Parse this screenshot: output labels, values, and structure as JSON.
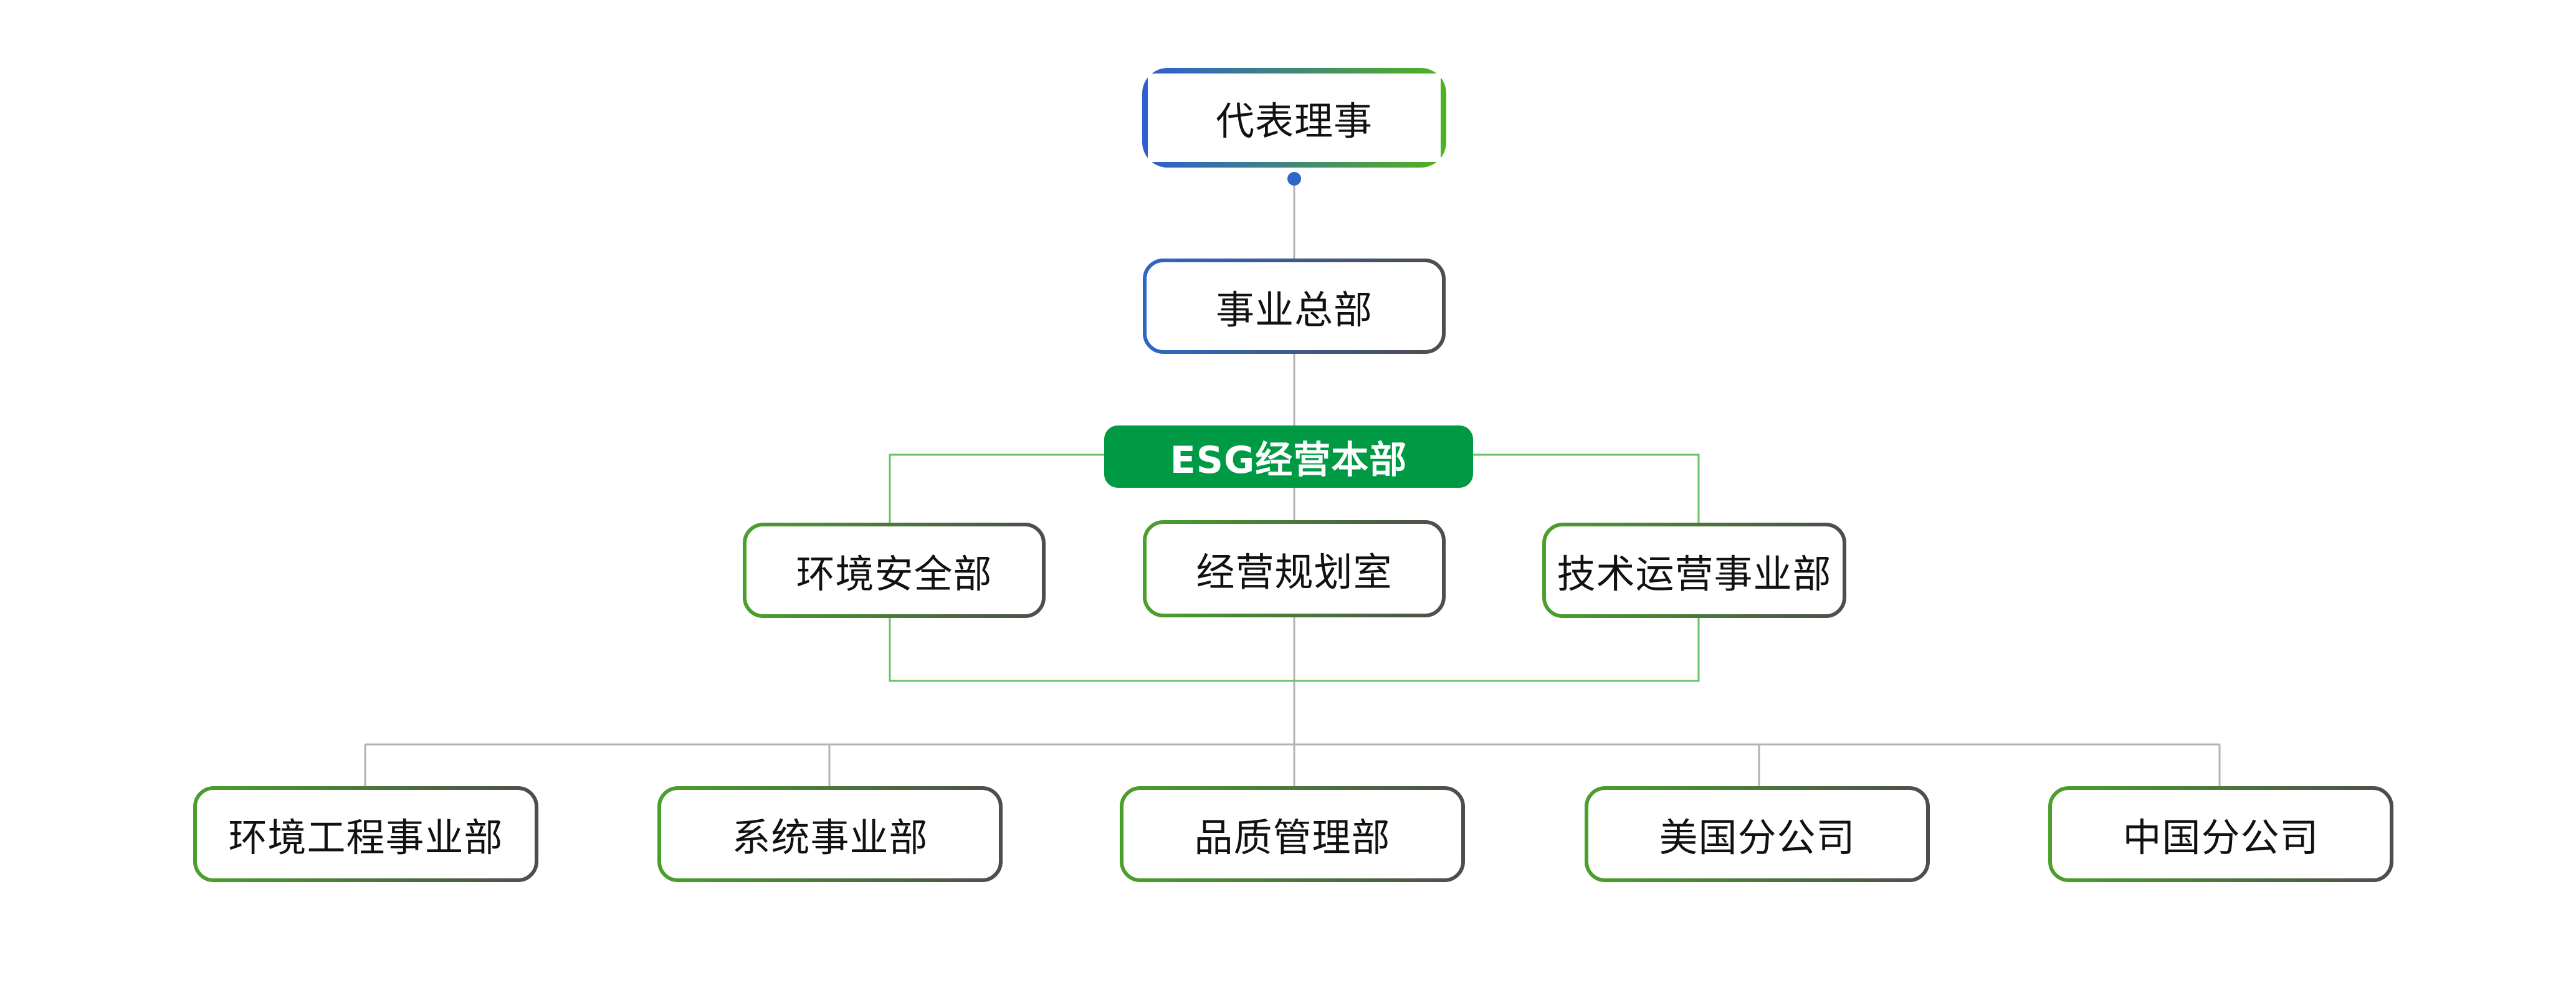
{
  "nodes": {
    "ceo": "代表理事",
    "hq": "事业总部",
    "esg": "ESG经营本部",
    "env_safety": "环境安全部",
    "planning": "经营规划室",
    "tech_ops": "技术运营事业部",
    "env_eng": "环境工程事业部",
    "system": "系统事业部",
    "quality": "品质管理部",
    "us_branch": "美国分公司",
    "cn_branch": "中国分公司"
  },
  "colors": {
    "blue": "#2f66c8",
    "green": "#4aa02c",
    "esg_fill": "#009a44",
    "dark_border": "#4d4d4d",
    "line_gray": "#b3b3b3",
    "line_green": "#6cc06c"
  }
}
